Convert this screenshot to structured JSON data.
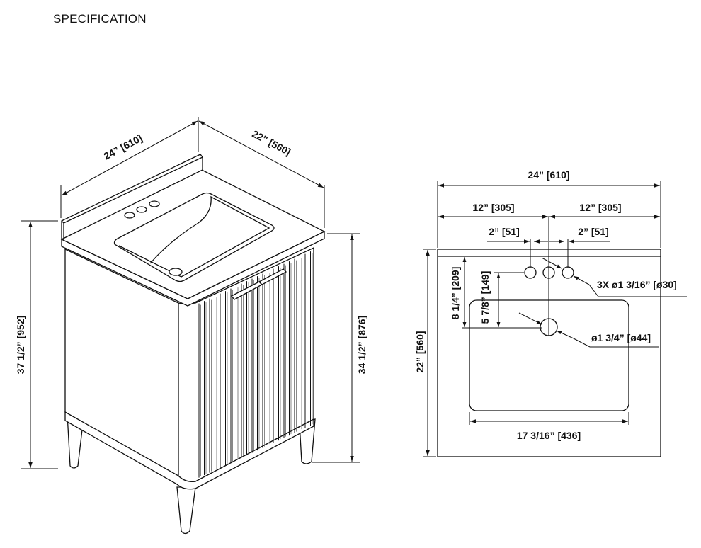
{
  "title": "SPECIFICATION",
  "isometric_view": {
    "width": "24” [610]",
    "depth": "22” [560]",
    "total_height": "37 1/2” [952]",
    "counter_height": "34 1/2” [876]"
  },
  "top_view": {
    "width": "24” [610]",
    "half_left": "12” [305]",
    "half_right": "12” [305]",
    "hole_offset_left": "2” [51]",
    "hole_offset_right": "2” [51]",
    "depth": "22” [560]",
    "drain_from_back": "8 1/4” [209]",
    "drain_to_holes": "5 7/8” [149]",
    "faucet_holes": "3X ø1 3/16” [ø30]",
    "drain_hole": "ø1 3/4” [ø44]",
    "basin_width": "17 3/16” [436]"
  }
}
